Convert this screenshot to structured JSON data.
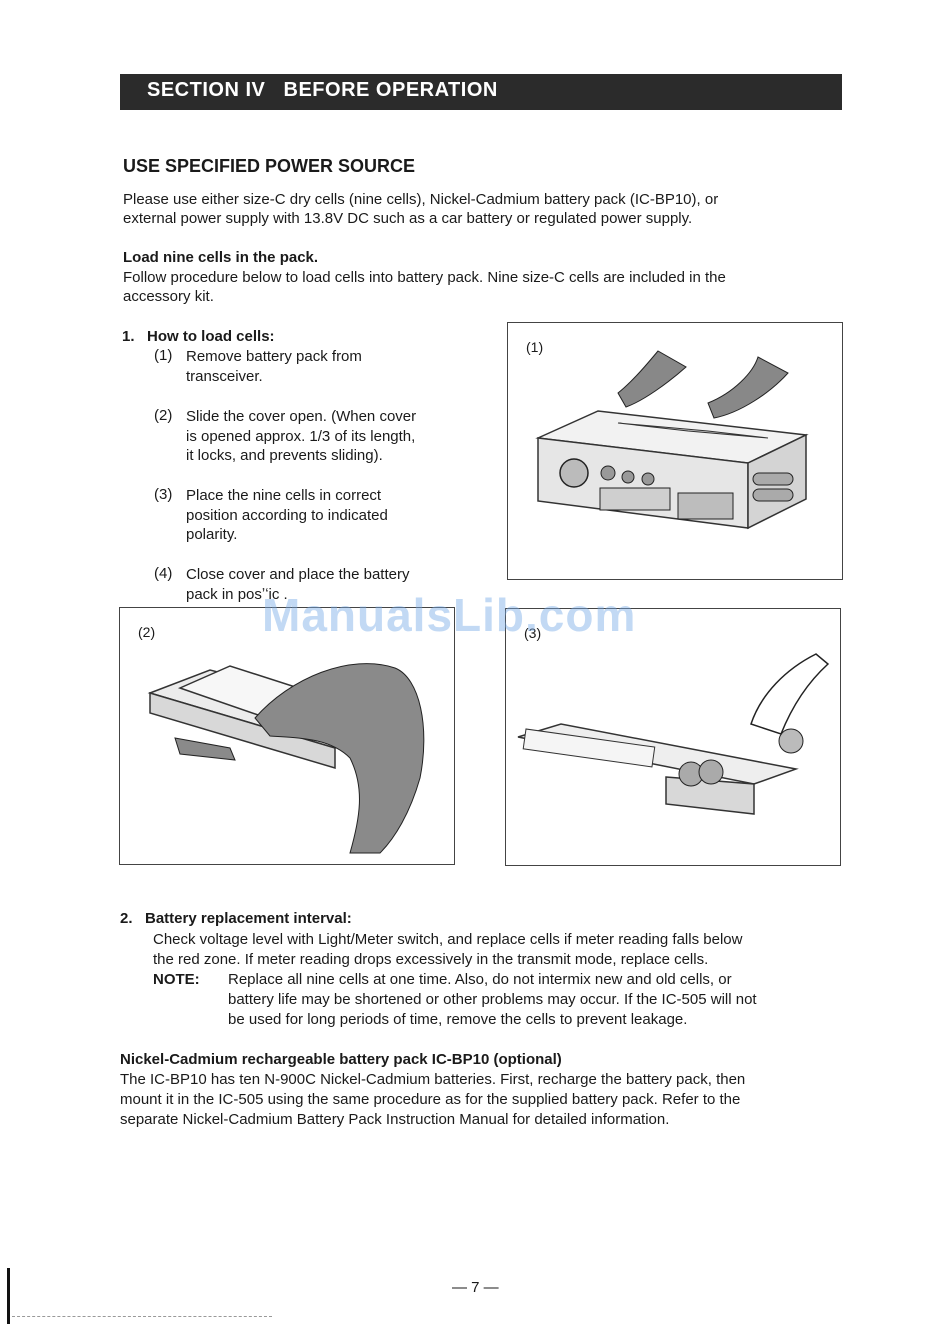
{
  "header": {
    "title": "SECTION IV   BEFORE OPERATION"
  },
  "section": {
    "title": "USE SPECIFIED POWER SOURCE",
    "intro": [
      "Please use either size-C dry cells (nine cells), Nickel-Cadmium battery pack (IC-BP10), or",
      "external power supply with 13.8V DC such as a car battery or regulated power supply."
    ]
  },
  "load": {
    "heading": "Load nine cells in the pack.",
    "lines": [
      "Follow procedure below to load cells into battery pack. Nine size-C cells are included in the",
      "accessory kit."
    ]
  },
  "step1": {
    "label": "1.   How to load cells:",
    "items": [
      {
        "num": "(1)",
        "lines": [
          "Remove battery pack from",
          "transceiver."
        ]
      },
      {
        "num": "(2)",
        "lines": [
          "Slide the cover open. (When cover",
          "is opened approx. 1/3 of its length,",
          "it locks, and prevents sliding)."
        ]
      },
      {
        "num": "(3)",
        "lines": [
          "Place the nine cells in correct",
          "position according to indicated",
          "polarity."
        ]
      },
      {
        "num": "(4)",
        "lines": [
          "Close cover and place the battery",
          "pack in posʼʻic ."
        ]
      }
    ]
  },
  "figures": {
    "fig1": "(1)",
    "fig2": "(2)",
    "fig3": "(3)"
  },
  "watermark": "ManualsLib.com",
  "step2": {
    "label": "2.   Battery replacement interval:",
    "lines": [
      "Check voltage level with Light/Meter switch, and replace cells if meter reading falls below",
      "the red zone. If meter reading drops excessively in the transmit mode, replace cells."
    ],
    "note_label": "NOTE:",
    "note_lines": [
      "Replace all nine cells at one time. Also, do not intermix new and old cells, or",
      "battery life may be shortened or other problems may occur. If the IC-505 will not",
      "be used for long periods of time, remove the cells to prevent leakage."
    ]
  },
  "nicad": {
    "heading": "Nickel-Cadmium rechargeable battery pack IC-BP10 (optional)",
    "lines": [
      "The IC-BP10 has ten N-900C Nickel-Cadmium batteries. First, recharge the battery pack, then",
      "mount it in the IC-505 using the same procedure as for the supplied battery pack. Refer to the",
      "separate Nickel-Cadmium Battery Pack Instruction Manual for detailed information."
    ]
  },
  "page_number": "— 7 —"
}
